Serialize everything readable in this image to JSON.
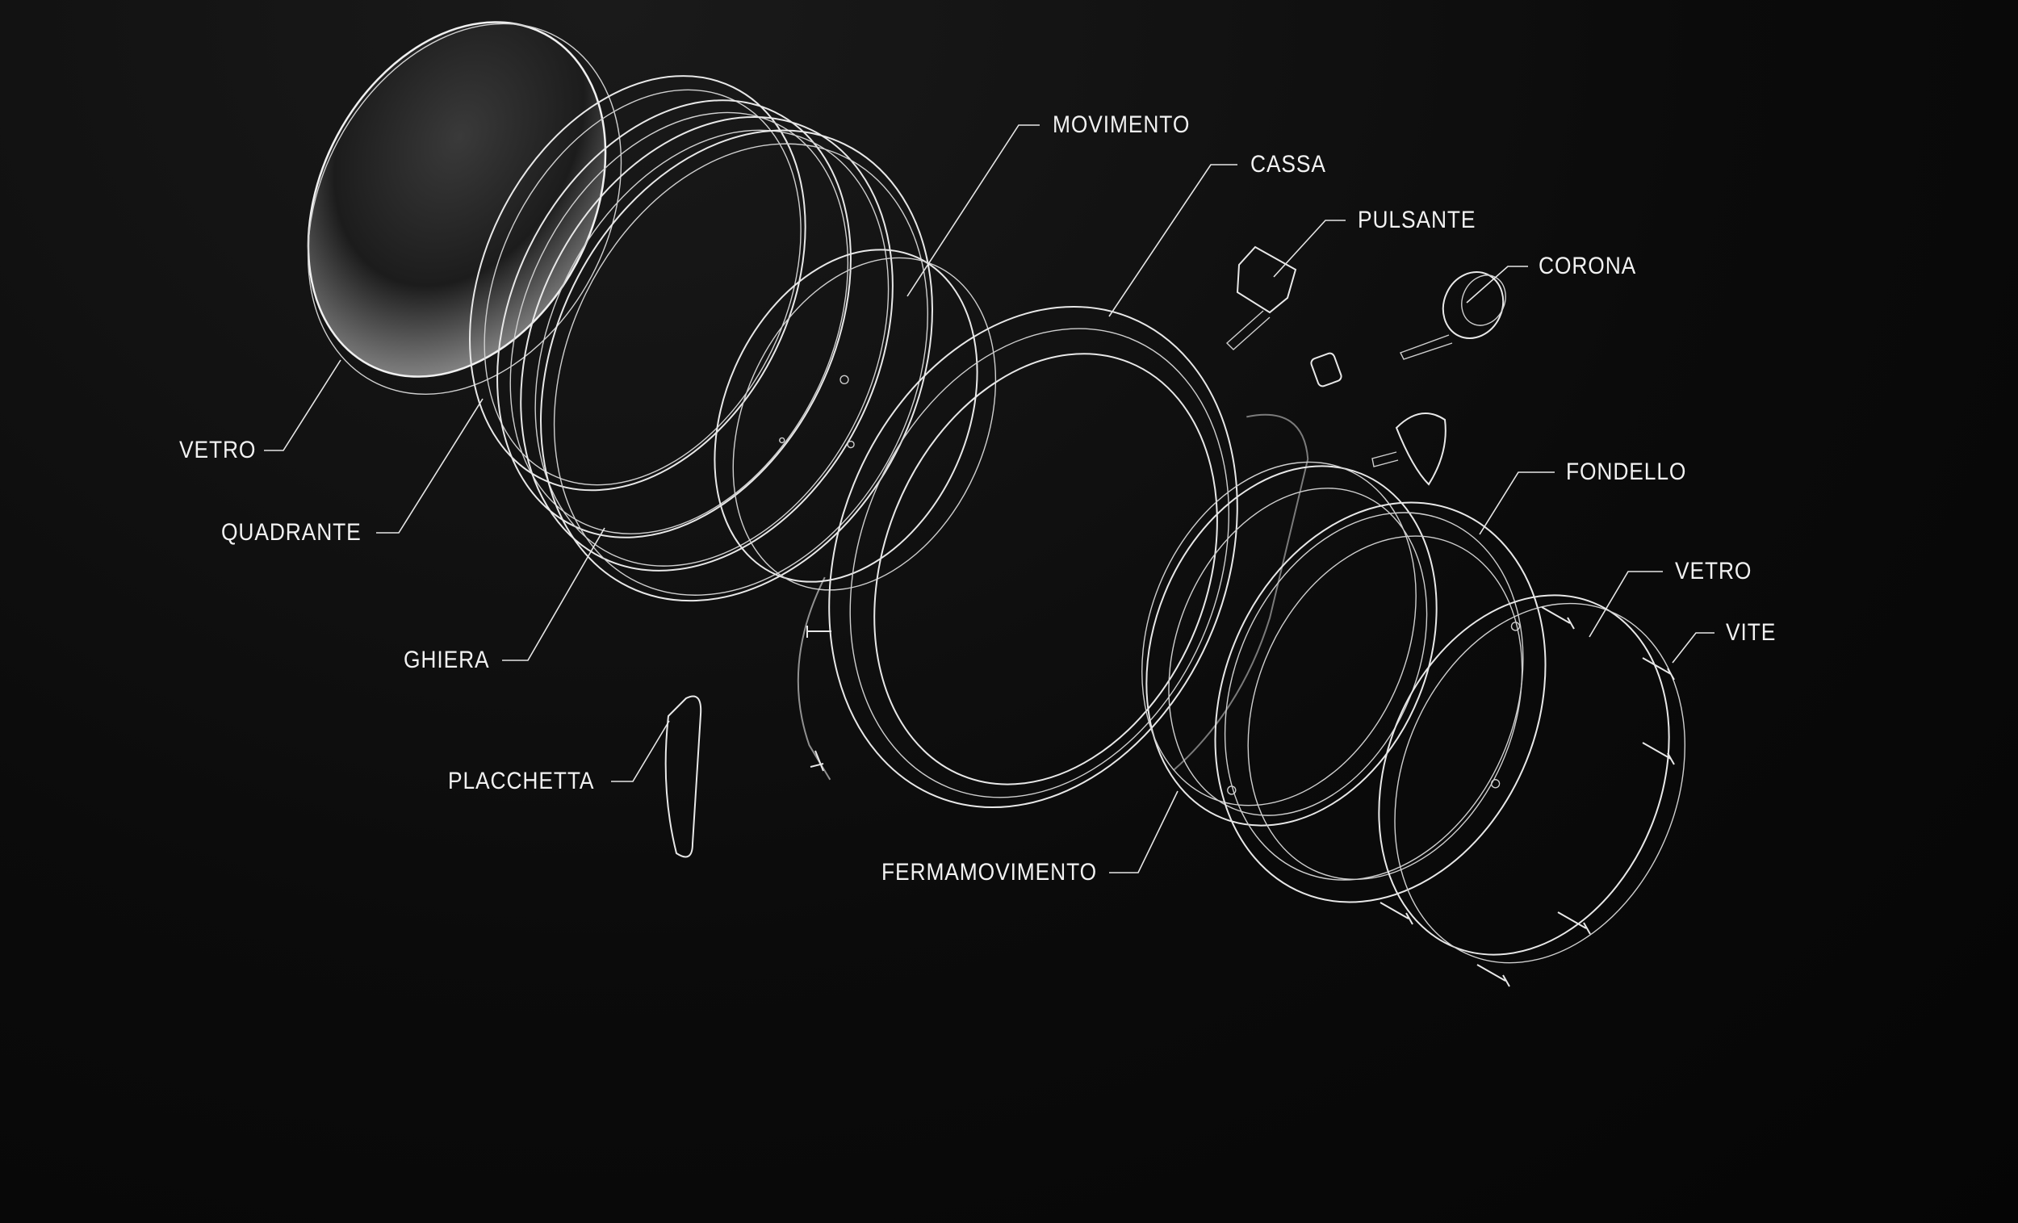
{
  "diagram": {
    "background_color": "#0a0a0a",
    "line_color": "#e8e8e8",
    "labels": {
      "vetro_front": "VETRO",
      "quadrante": "QUADRANTE",
      "ghiera": "GHIERA",
      "placchetta": "PLACCHETTA",
      "movimento": "MOVIMENTO",
      "cassa": "CASSA",
      "pulsante": "PULSANTE",
      "corona": "CORONA",
      "fermamovimento": "FERMAMOVIMENTO",
      "fondello": "FONDELLO",
      "vetro_back": "VETRO",
      "vite": "VITE"
    }
  }
}
